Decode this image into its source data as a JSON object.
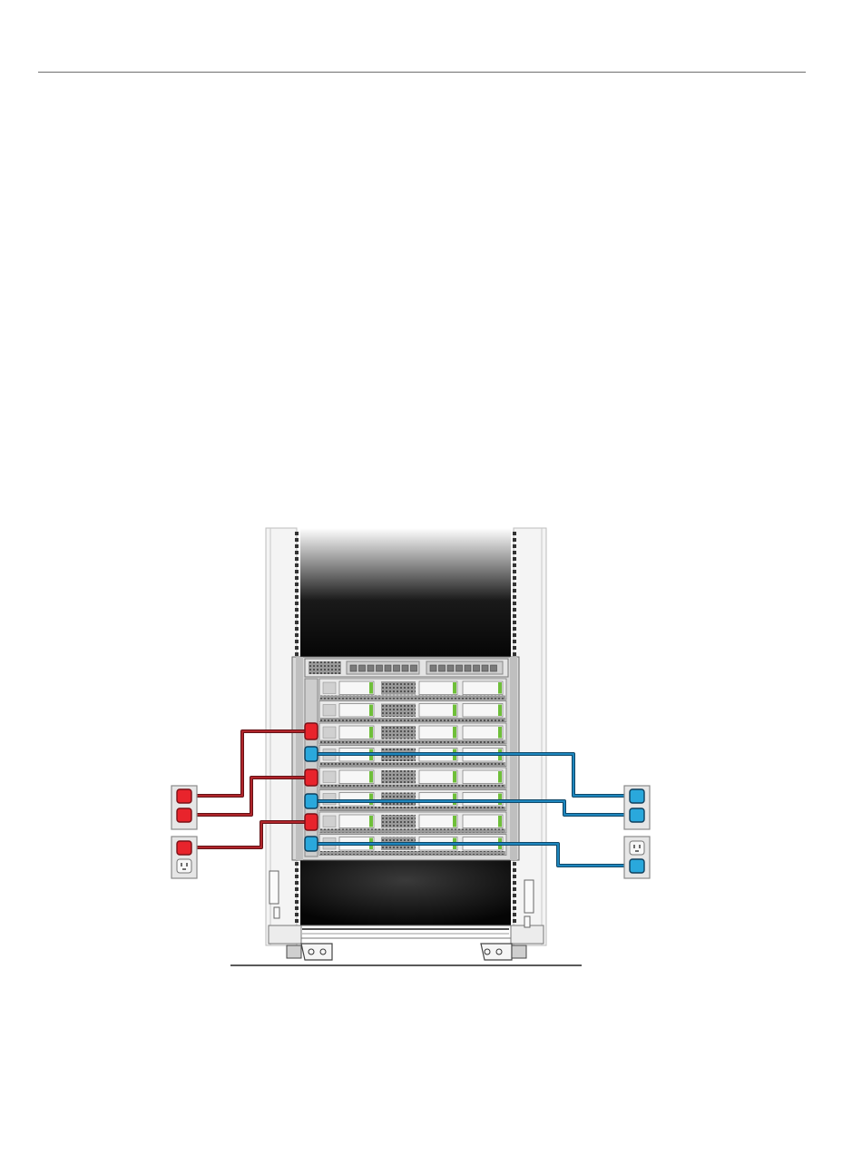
{
  "figure": {
    "description_visible_text": "",
    "colors": {
      "power_a_cable": "#a8242a",
      "power_a_plug": "#e8242c",
      "power_b_cable": "#1a6f9c",
      "power_b_plug": "#2aa8dc",
      "rack_dark": "#0a0a0a",
      "rack_frame": "#f2f2f2",
      "outlet_face": "#e6e6e6",
      "drive_green": "#6fbf3a"
    },
    "components": {
      "rack": "rack-cabinet",
      "chassis": "server-chassis",
      "pdu_left": "power-outlets-left",
      "pdu_right": "power-outlets-right"
    },
    "counts": {
      "server_rows": 8,
      "left_outlets": 4,
      "right_outlets": 4
    }
  }
}
